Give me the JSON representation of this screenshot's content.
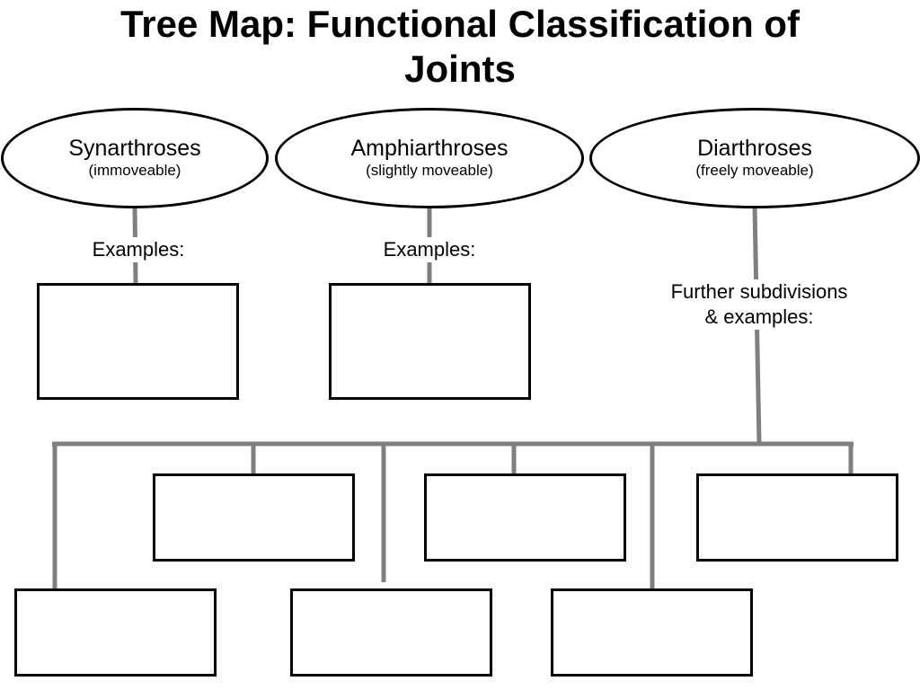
{
  "title": {
    "line1": "Tree Map: Functional Classification of",
    "line2": "Joints"
  },
  "categories": [
    {
      "name": "Synarthroses",
      "description": "(immoveable)"
    },
    {
      "name": "Amphiarthroses",
      "description": "(slightly moveable)"
    },
    {
      "name": "Diarthroses",
      "description": "(freely moveable)"
    }
  ],
  "labels": {
    "synarthroses_examples": "Examples:",
    "amphiarthroses_examples": "Examples:",
    "diarthroses_subdivisions_line1": "Further subdivisions",
    "diarthroses_subdivisions_line2": "& examples:"
  },
  "colors": {
    "connector": "#7f7f7f",
    "border": "#000000"
  }
}
